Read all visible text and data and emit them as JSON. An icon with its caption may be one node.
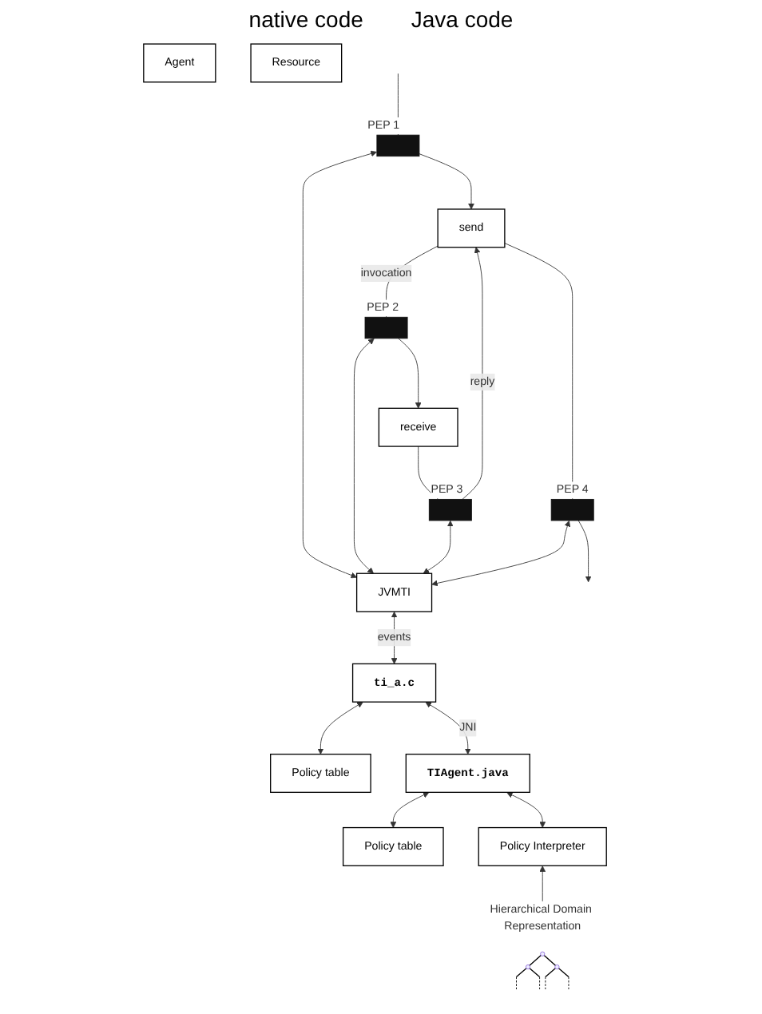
{
  "diagram": {
    "nodes": [
      {
        "text": [
          "Agent"
        ]
      },
      {
        "text": [
          "send"
        ]
      },
      {
        "text": [
          "Resource"
        ]
      },
      {
        "text": [
          "receive"
        ]
      },
      {
        "text": [],
        "shape": "bar",
        "beside": [
          "PEP 1"
        ]
      },
      {
        "text": [],
        "shape": "bar",
        "beside": [
          "PEP 2"
        ]
      },
      {
        "text": [],
        "shape": "bar",
        "beside": [
          "PEP 3"
        ]
      },
      {
        "text": [],
        "shape": "bar",
        "beside": [
          "PEP 4"
        ]
      },
      {
        "text": [
          "JVMTI"
        ]
      },
      {
        "text": [
          "ti_a.c"
        ]
      },
      {
        "text": [
          "Policy table"
        ]
      },
      {
        "text": [
          "TIAgent.java"
        ]
      },
      {
        "text": [
          "Policy table"
        ]
      },
      {
        "text": [
          "Policy Interpreter"
        ]
      },
      {
        "text": [],
        "shape": "picture",
        "beside": [
          "Hierarchical Domain Representation"
        ]
      }
    ],
    "edges": [
      {
        "from": null,
        "to": 4,
        "arrow": "none"
      },
      {
        "from": 4,
        "to": 1,
        "arrow": "to"
      },
      {
        "from": 1,
        "to": 5,
        "arrow": "none",
        "label": "invocation"
      },
      {
        "from": 5,
        "to": 3,
        "arrow": "to"
      },
      {
        "from": 3,
        "to": 6,
        "arrow": "none"
      },
      {
        "from": 6,
        "to": 1,
        "arrow": "to",
        "label": "reply"
      },
      {
        "from": 1,
        "to": 7,
        "arrow": "none"
      },
      {
        "from": 7,
        "to": null,
        "arrow": "to"
      },
      {
        "from": 4,
        "to": 8,
        "arrow": "both"
      },
      {
        "from": 5,
        "to": 8,
        "arrow": "both"
      },
      {
        "from": 6,
        "to": 8,
        "arrow": "both"
      },
      {
        "from": 7,
        "to": 8,
        "arrow": "both"
      },
      {
        "from": 8,
        "to": 9,
        "arrow": "both",
        "label": "events"
      },
      {
        "from": 9,
        "to": 10,
        "arrow": "both"
      },
      {
        "from": 9,
        "to": 11,
        "arrow": "both",
        "label": "JNI"
      },
      {
        "from": 11,
        "to": 12,
        "arrow": "both"
      },
      {
        "from": 11,
        "to": 13,
        "arrow": "both"
      },
      {
        "from": 13,
        "to": 14,
        "arrow": "both"
      }
    ],
    "labels": [
      "native code",
      "Java code"
    ]
  }
}
